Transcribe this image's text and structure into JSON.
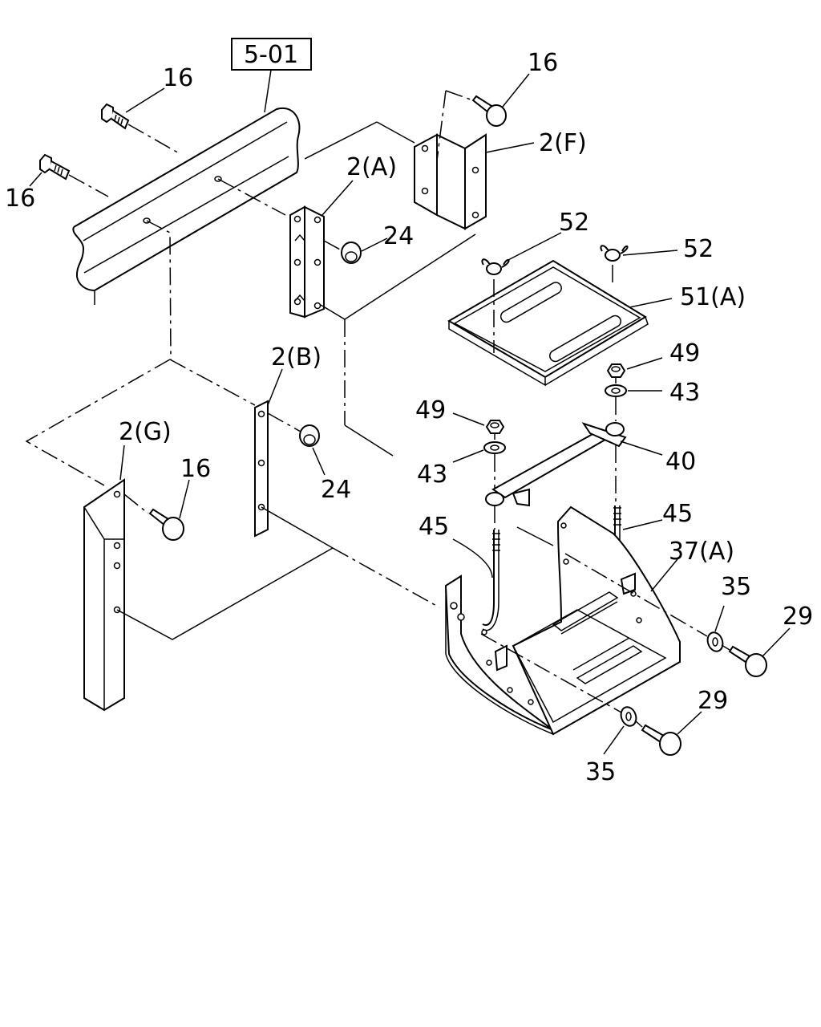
{
  "diagram": {
    "reference_box": "5-01",
    "callouts": {
      "c16a": "16",
      "c16b": "16",
      "c16c": "16",
      "c16d": "16",
      "c2a": "2(A)",
      "c2f": "2(F)",
      "c2b": "2(B)",
      "c2g": "2(G)",
      "c24a": "24",
      "c24b": "24",
      "c52a": "52",
      "c52b": "52",
      "c51a": "51(A)",
      "c49a": "49",
      "c49b": "49",
      "c43a": "43",
      "c43b": "43",
      "c40": "40",
      "c45a": "45",
      "c45b": "45",
      "c37a": "37(A)",
      "c35a": "35",
      "c35b": "35",
      "c29a": "29",
      "c29b": "29"
    }
  }
}
